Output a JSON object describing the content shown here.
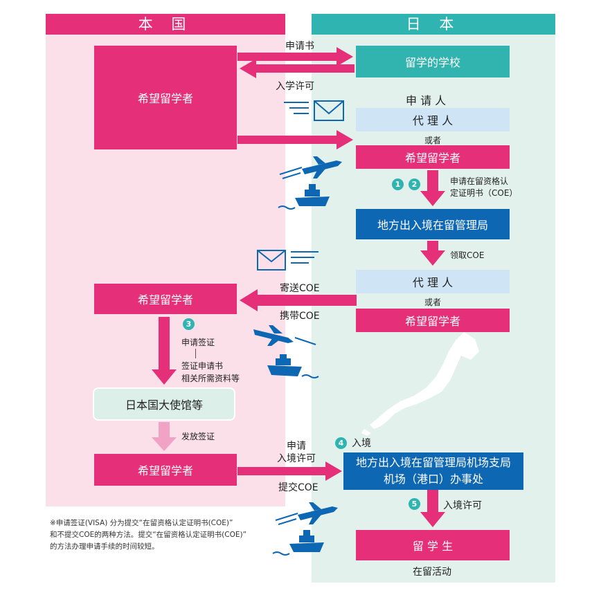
{
  "headers": {
    "left": "本 国",
    "right": "日 本"
  },
  "boxes": {
    "applicant_main": "希望留学者",
    "school": "留学的学校",
    "agent1": "代 理 人",
    "applicant2": "希望留学者",
    "immigration": "地方出入境在留管理局",
    "agent2": "代 理 人",
    "applicant3": "希望留学者",
    "applicant_left2": "希望留学者",
    "embassy": "日本国大使馆等",
    "applicant_left3": "希望留学者",
    "airport": "地方出入境在留管理局机场支局\n机场（港口）办事处",
    "student": "留 学 生"
  },
  "labels": {
    "apply_doc": "申请书",
    "admission": "入学许可",
    "applicant_title": "申 请 人",
    "or1": "或者",
    "apply_coe": "申请在留资格认\n定证明书（COE）",
    "receive_coe": "领取COE",
    "send_coe": "寄送COE",
    "or2": "或者",
    "carry_coe": "携带COE",
    "visa_apply": "申请签证",
    "visa_docs": "签证申请书\n相关所需资料等",
    "issue_visa": "发放签证",
    "apply_entry": "申请\n入境许可",
    "submit_coe": "提交COE",
    "entry": "入境",
    "entry_permit": "入境许可",
    "activity": "在留活动"
  },
  "steps": [
    "1",
    "2",
    "3",
    "4",
    "5"
  ],
  "note": "※申请签证(VISA) 分为提交“在留资格认定证明书(COE)”\n和不提交COE的两种方法。提交“在留资格认定证明书(COE)”\n的方法办理申请手续的时间较短。",
  "colors": {
    "pink": "#e52f78",
    "teal": "#31b3b0",
    "blue": "#0e67b2",
    "light_blue": "#cfe5f6",
    "left_bg": "#fbe0ea",
    "right_bg": "#e3f1ec"
  }
}
